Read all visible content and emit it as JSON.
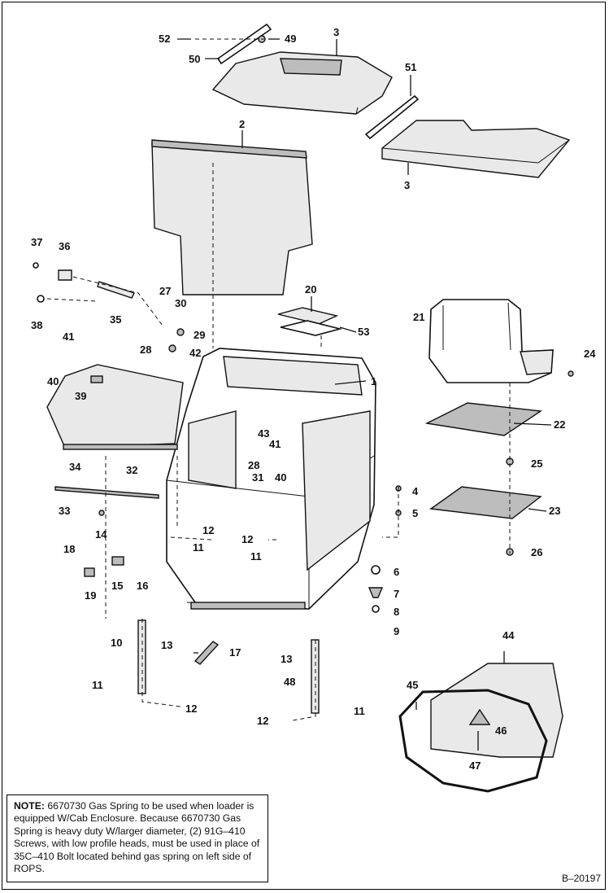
{
  "labels": {
    "p1": "1",
    "p2": "2",
    "p3a": "3",
    "p3b": "3",
    "p4": "4",
    "p5": "5",
    "p6": "6",
    "p7": "7",
    "p8": "8",
    "p9": "9",
    "p10": "10",
    "p11a": "11",
    "p11b": "11",
    "p11c": "11",
    "p11d": "11",
    "p12a": "12",
    "p12b": "12",
    "p12c": "12",
    "p12d": "12",
    "p13a": "13",
    "p13b": "13",
    "p14": "14",
    "p15": "15",
    "p16": "16",
    "p17": "17",
    "p18": "18",
    "p19": "19",
    "p20": "20",
    "p21": "21",
    "p22": "22",
    "p23": "23",
    "p24": "24",
    "p25": "25",
    "p26": "26",
    "p27": "27",
    "p28a": "28",
    "p28b": "28",
    "p29": "29",
    "p30": "30",
    "p31": "31",
    "p32": "32",
    "p33": "33",
    "p34": "34",
    "p35": "35",
    "p36": "36",
    "p37": "37",
    "p38": "38",
    "p39": "39",
    "p40a": "40",
    "p40b": "40",
    "p41a": "41",
    "p41b": "41",
    "p42": "42",
    "p43": "43",
    "p44": "44",
    "p45": "45",
    "p46": "46",
    "p47": "47",
    "p48": "48",
    "p49": "49",
    "p50": "50",
    "p51": "51",
    "p52": "52",
    "p53": "53"
  },
  "note": {
    "label": "NOTE:",
    "text": "6670730 Gas Spring to be used when loader is equipped W/Cab Enclosure. Because 6670730 Gas Spring is heavy duty W/larger diameter, (2) 91G–410 Screws, with low profile heads, must be used in place of 35C–410 Bolt located behind gas spring on left side of ROPS."
  },
  "drawing_number": "B–20197"
}
